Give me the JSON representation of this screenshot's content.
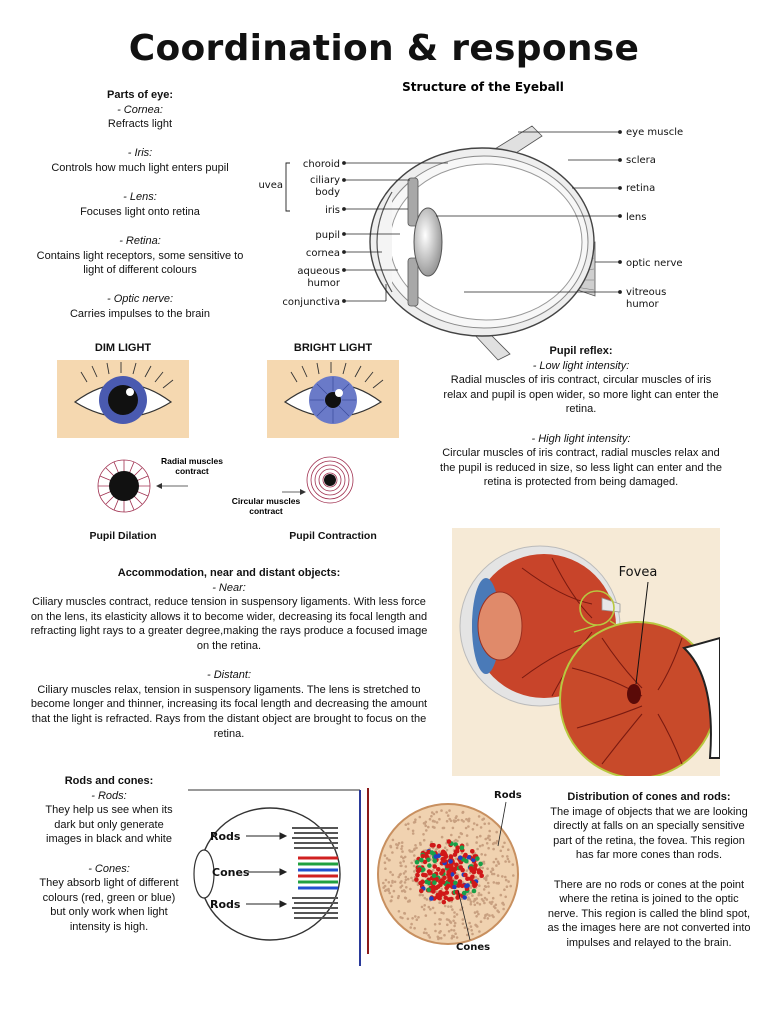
{
  "title": "Coordination & response",
  "parts_of_eye": {
    "heading": "Parts of eye:",
    "items": [
      {
        "name": "- Cornea:",
        "desc": "Refracts light"
      },
      {
        "name": "- Iris:",
        "desc": "Controls how much light enters pupil"
      },
      {
        "name": "- Lens:",
        "desc": "Focuses light onto retina"
      },
      {
        "name": "- Retina:",
        "desc": "Contains light receptors, some sensitive to light of different colours"
      },
      {
        "name": "- Optic nerve:",
        "desc": "Carries impulses to the brain"
      }
    ]
  },
  "eyeball_diagram": {
    "title": "Structure of the Eyeball",
    "uvea": "uvea",
    "left_labels": [
      "choroid",
      "ciliary body",
      "iris",
      "pupil",
      "cornea",
      "aqueous humor",
      "conjunctiva"
    ],
    "right_labels": [
      "eye muscle",
      "sclera",
      "retina",
      "lens",
      "optic nerve",
      "vitreous humor"
    ]
  },
  "light_panels": {
    "dim": "DIM LIGHT",
    "bright": "BRIGHT LIGHT",
    "radial": "Radial muscles contract",
    "circular": "Circular muscles contract",
    "dilation": "Pupil Dilation",
    "contraction": "Pupil Contraction"
  },
  "pupil_reflex": {
    "heading": "Pupil reflex:",
    "low_label": "- Low light intensity:",
    "low_text": "Radial muscles of iris contract, circular muscles of iris relax and pupil is open wider, so more light can enter the retina.",
    "high_label": "- High light intensity:",
    "high_text": "Circular muscles of iris contract, radial muscles relax and the pupil is reduced in size, so less light can enter and the retina is protected from being damaged."
  },
  "fovea": {
    "label": "Fovea"
  },
  "accommodation": {
    "heading": "Accommodation, near and distant objects:",
    "near_label": "- Near:",
    "near_text": "Ciliary muscles contract, reduce tension in suspensory ligaments. With less force on the lens, its elasticity allows it to become wider, decreasing its focal length and refracting light rays to a greater degree,making the rays produce a focused image on the retina.",
    "distant_label": "- Distant:",
    "distant_text": "Ciliary muscles relax, tension in suspensory ligaments. The lens is stretched to become longer and thinner, increasing its focal length and decreasing the amount that the light is refracted. Rays from the distant object are brought to focus on the retina."
  },
  "rods_cones": {
    "heading": "Rods and cones:",
    "rods_label": "- Rods:",
    "rods_text": "They help us see when its dark but only generate images in black and white",
    "cones_label": "- Cones:",
    "cones_text": "They absorb light of different colours (red, green or blue) but only work when light intensity is high.",
    "diagram_rods": "Rods",
    "diagram_cones": "Cones"
  },
  "distribution": {
    "heading": "Distribution of cones and rods:",
    "text1": "The image of objects that we are looking directly at falls on an specially sensitive part of the retina, the fovea. This region has far more cones than rods.",
    "text2": "There are no rods or cones at the point where the retina is joined to the optic nerve. This region is called the blind spot, as the images here are not converted into impulses and relayed to the brain."
  },
  "colors": {
    "iris_blue": "#4a5ab0",
    "skin": "#f5d8b0",
    "retina_red": "#c8442a",
    "fovea_bg": "#f6ead6"
  }
}
